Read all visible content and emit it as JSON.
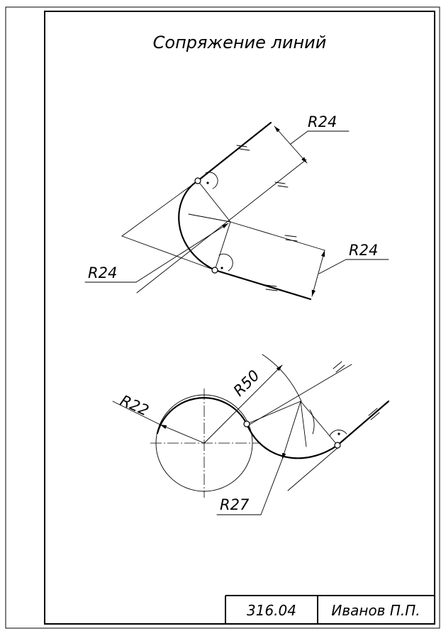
{
  "drawing": {
    "title": "Сопряжение линий",
    "upper_figure": {
      "dim_top": "R24",
      "dim_right": "R24",
      "dim_left": "R24"
    },
    "lower_figure": {
      "dim_circle": "R22",
      "dim_arc_outer": "R50",
      "dim_arc_inner": "R27"
    }
  },
  "title_block": {
    "code": "316.04",
    "author": "Иванов П.П."
  }
}
